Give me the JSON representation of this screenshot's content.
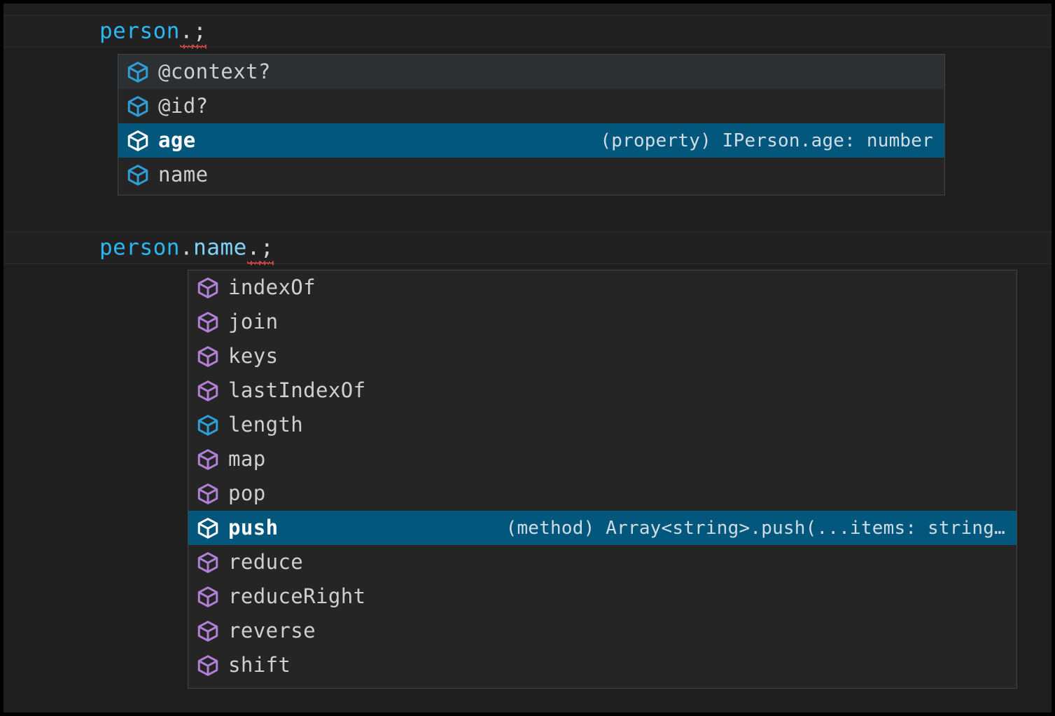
{
  "editor": {
    "background_color": "#1e1e1e",
    "lines": [
      {
        "id": "line-person",
        "segments": [
          {
            "text": "person",
            "kind": "variable"
          },
          {
            "text": ".",
            "kind": "punctuation",
            "error": true
          },
          {
            "text": ";",
            "kind": "punctuation",
            "error": true
          }
        ],
        "plain": "person.;"
      },
      {
        "id": "line-person-name",
        "segments": [
          {
            "text": "person",
            "kind": "variable"
          },
          {
            "text": ".",
            "kind": "punctuation"
          },
          {
            "text": "name",
            "kind": "property"
          },
          {
            "text": ".",
            "kind": "punctuation",
            "error": true
          },
          {
            "text": ";",
            "kind": "punctuation",
            "error": true
          }
        ],
        "plain": "person.name.;"
      }
    ]
  },
  "colors": {
    "variable": "#29b8f5",
    "property": "#7fd3fb",
    "punctuation": "#d4d4d4",
    "error_squiggle": "#f14c4c",
    "selection": "#04577c",
    "widget_background": "#252526",
    "widget_border": "#454545",
    "property_icon": "#2f9fd8",
    "method_icon": "#b180d7",
    "selected_icon": "#ffffff"
  },
  "suggest_person": {
    "name": "suggest-widget-person",
    "items": [
      {
        "label": "@context?",
        "icon": "property-cube-icon",
        "icon_kind": "property",
        "detail": "",
        "selected": false,
        "focused": true
      },
      {
        "label": "@id?",
        "icon": "property-cube-icon",
        "icon_kind": "property",
        "detail": "",
        "selected": false,
        "focused": false
      },
      {
        "label": "age",
        "icon": "property-cube-icon",
        "icon_kind": "property",
        "detail": "(property) IPerson.age: number",
        "selected": true,
        "focused": false
      },
      {
        "label": "name",
        "icon": "property-cube-icon",
        "icon_kind": "property",
        "detail": "",
        "selected": false,
        "focused": false
      }
    ]
  },
  "suggest_name": {
    "name": "suggest-widget-name",
    "items": [
      {
        "label": "indexOf",
        "icon": "method-cube-icon",
        "icon_kind": "method",
        "detail": "",
        "selected": false,
        "focused": false
      },
      {
        "label": "join",
        "icon": "method-cube-icon",
        "icon_kind": "method",
        "detail": "",
        "selected": false,
        "focused": false
      },
      {
        "label": "keys",
        "icon": "method-cube-icon",
        "icon_kind": "method",
        "detail": "",
        "selected": false,
        "focused": false
      },
      {
        "label": "lastIndexOf",
        "icon": "method-cube-icon",
        "icon_kind": "method",
        "detail": "",
        "selected": false,
        "focused": false
      },
      {
        "label": "length",
        "icon": "property-cube-icon",
        "icon_kind": "property",
        "detail": "",
        "selected": false,
        "focused": false
      },
      {
        "label": "map",
        "icon": "method-cube-icon",
        "icon_kind": "method",
        "detail": "",
        "selected": false,
        "focused": false
      },
      {
        "label": "pop",
        "icon": "method-cube-icon",
        "icon_kind": "method",
        "detail": "",
        "selected": false,
        "focused": false
      },
      {
        "label": "push",
        "icon": "method-cube-icon",
        "icon_kind": "method",
        "detail": "(method) Array<string>.push(...items: string…",
        "selected": true,
        "focused": false
      },
      {
        "label": "reduce",
        "icon": "method-cube-icon",
        "icon_kind": "method",
        "detail": "",
        "selected": false,
        "focused": false
      },
      {
        "label": "reduceRight",
        "icon": "method-cube-icon",
        "icon_kind": "method",
        "detail": "",
        "selected": false,
        "focused": false
      },
      {
        "label": "reverse",
        "icon": "method-cube-icon",
        "icon_kind": "method",
        "detail": "",
        "selected": false,
        "focused": false
      },
      {
        "label": "shift",
        "icon": "method-cube-icon",
        "icon_kind": "method",
        "detail": "",
        "selected": false,
        "focused": false
      }
    ]
  }
}
